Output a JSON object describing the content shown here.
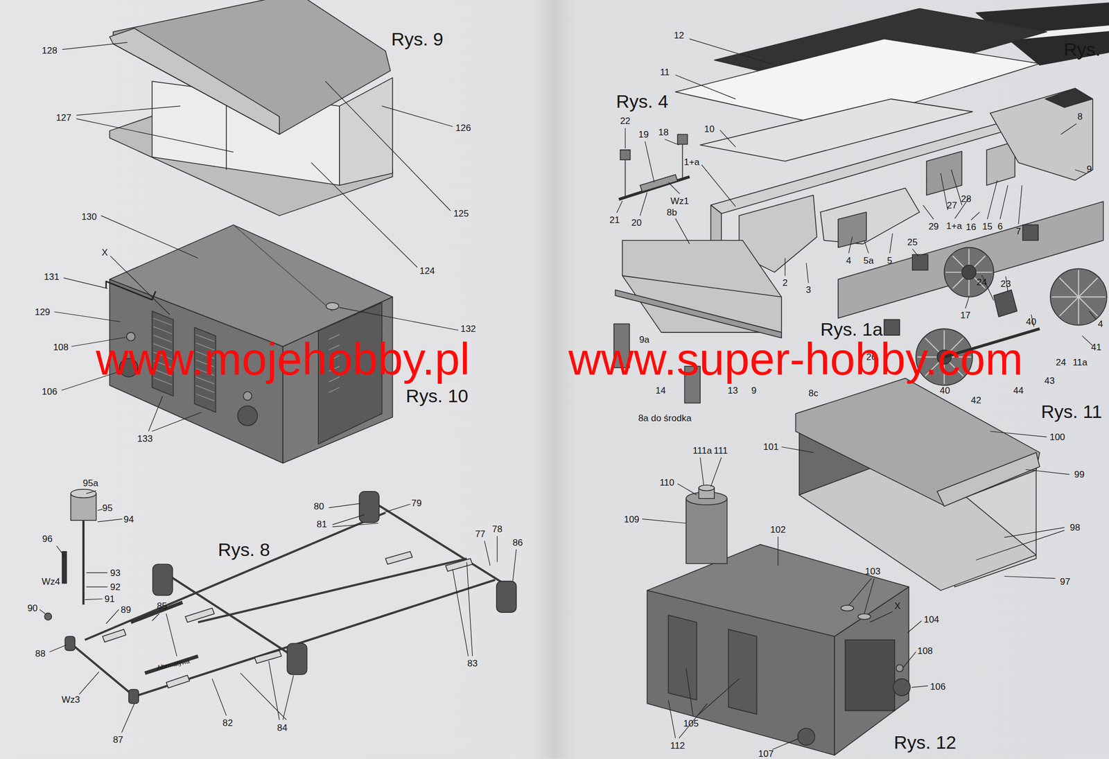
{
  "diagram": {
    "labels": [
      "Rys. 9",
      "128",
      "127",
      "126",
      "125",
      "124",
      "130",
      "X",
      "131",
      "129",
      "108",
      "106",
      "132",
      "Rys. 10",
      "133",
      "Rys. 8",
      "95a",
      "95",
      "94",
      "96",
      "Wz4",
      "93",
      "92",
      "91",
      "89",
      "90",
      "88",
      "85",
      "Alternatywa",
      "Wz3",
      "87",
      "82",
      "84",
      "83",
      "80",
      "81",
      "79",
      "77",
      "78",
      "86",
      "12",
      "Rys.",
      "11",
      "Rys. 4",
      "22",
      "19",
      "18",
      "10",
      "1+a",
      "Wz1",
      "21",
      "20",
      "8",
      "9",
      "8b",
      "27",
      "28",
      "29",
      "1+a",
      "16",
      "15",
      "6",
      "7",
      "2",
      "3",
      "4",
      "5a",
      "5",
      "25",
      "24",
      "23",
      "40",
      "17",
      "4",
      "41",
      "Rys. 1a",
      "9a",
      "14",
      "13",
      "9",
      "8c",
      "26",
      "24",
      "11a",
      "43",
      "40",
      "44",
      "42",
      "8a do środka",
      "Rys. 11",
      "101",
      "100",
      "99",
      "98",
      "97",
      "111a",
      "111",
      "110",
      "109",
      "102",
      "103",
      "X",
      "104",
      "108",
      "106",
      "105",
      "112",
      "107",
      "Rys. 12",
      "www.mojehobby.pl",
      "www.super-hobby.com"
    ]
  }
}
